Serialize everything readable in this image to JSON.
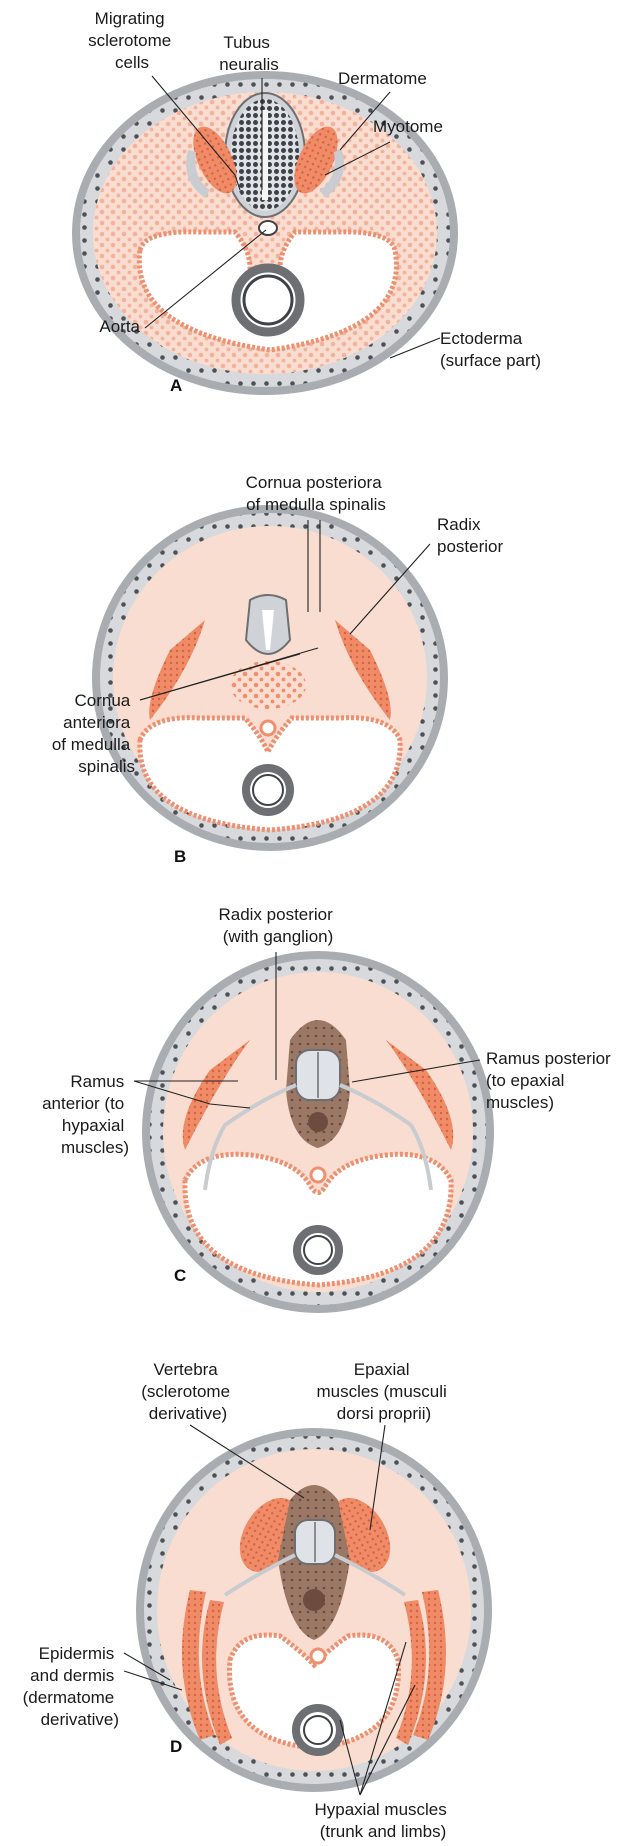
{
  "panels": {
    "A": {
      "letter": "A",
      "labels": {
        "migrating": [
          "Migrating",
          "sclerotome",
          "cells"
        ],
        "tubus": [
          "Tubus",
          "neuralis"
        ],
        "dermatome": [
          "Dermatome"
        ],
        "myotome": [
          "Myotome"
        ],
        "aorta": [
          "Aorta"
        ],
        "ectoderma": [
          "Ectoderma",
          "(surface part)"
        ]
      }
    },
    "B": {
      "letter": "B",
      "labels": {
        "cornua_posteriora": [
          "Cornua posteriora",
          "of medulla spinalis"
        ],
        "radix_posterior": [
          "Radix",
          "posterior"
        ],
        "cornua_anteriora": [
          "Cornua",
          "anteriora",
          "of medulla",
          "spinalis"
        ]
      }
    },
    "C": {
      "letter": "C",
      "labels": {
        "radix_ganglion": [
          "Radix posterior",
          "(with ganglion)"
        ],
        "ramus_anterior": [
          "Ramus",
          "anterior (to",
          "hypaxial",
          "muscles)"
        ],
        "ramus_posterior": [
          "Ramus posterior",
          "(to epaxial",
          "muscles)"
        ]
      }
    },
    "D": {
      "letter": "D",
      "labels": {
        "vertebra": [
          "Vertebra",
          "(sclerotome",
          "derivative)"
        ],
        "epaxial": [
          "Epaxial",
          "muscles (musculi",
          "dorsi proprii)"
        ],
        "epidermis": [
          "Epidermis",
          "and dermis",
          "(dermatome",
          "derivative)"
        ],
        "hypaxial": [
          "Hypaxial muscles",
          "(trunk and limbs)"
        ]
      }
    }
  },
  "colors": {
    "ectoderm_outer": "#a9adb2",
    "ectoderm_inner": "#d7d9dc",
    "mesenchyme": "#f9ddd0",
    "cell_dots": "#ee8f6f",
    "muscle": "#ef8b67",
    "neural_tube": "#cfd3d8",
    "vertebra": "#9b7766",
    "line": "#222222"
  }
}
